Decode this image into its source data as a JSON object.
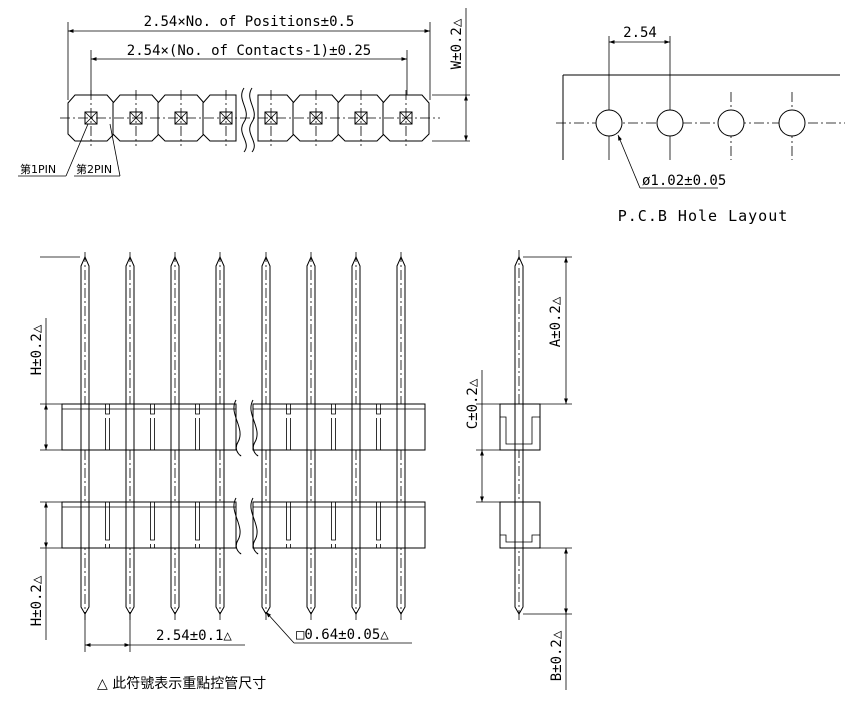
{
  "top_view": {
    "overall_dim": "2.54×No. of Positions±0.5",
    "contacts_dim": "2.54×(No. of Contacts-1)±0.25",
    "width_dim": "W±0.2△",
    "pin1_label": "第1PIN",
    "pin2_label": "第2PIN"
  },
  "pcb_layout": {
    "pitch_dim": "2.54",
    "hole_dim": "ø1.02±0.05",
    "caption": "P.C.B Hole Layout"
  },
  "front_view": {
    "h_top_dim": "H±0.2△",
    "h_bottom_dim": "H±0.2△",
    "pitch_dim": "2.54±0.1△",
    "pin_size_dim": "□0.64±0.05△"
  },
  "side_view": {
    "a_dim": "A±0.2△",
    "c_dim": "C±0.2△",
    "b_dim": "B±0.2△"
  },
  "footnote": "△ 此符號表示重點控管尺寸",
  "colors": {
    "line": "#000000",
    "background": "#ffffff"
  }
}
